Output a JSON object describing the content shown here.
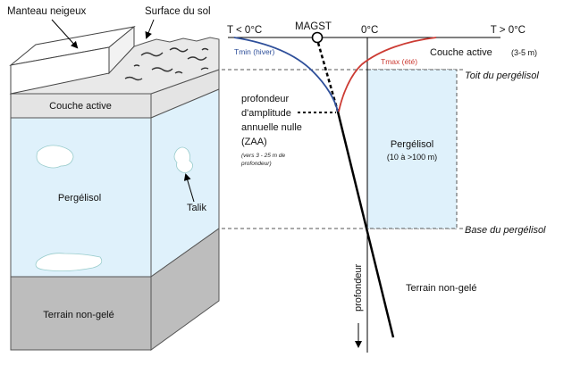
{
  "colors": {
    "snow": "#ffffff",
    "active_layer": "#e4e4e4",
    "permafrost": "#dff1fb",
    "unfrozen": "#bdbdbd",
    "tmin_curve": "#2e4f9a",
    "tmax_curve": "#cc3b33",
    "profile_line": "#000000"
  },
  "block": {
    "snow_label": "Manteau neigeux",
    "surface_label": "Surface du sol",
    "active_layer_label": "Couche active",
    "permafrost_label": "Pergélisol",
    "talik_label": "Talik",
    "unfrozen_label": "Terrain non-gelé"
  },
  "profile": {
    "t_neg_label": "T < 0°C",
    "magst_label": "MAGST",
    "zero_label": "0°C",
    "t_pos_label": "T > 0°C",
    "tmin_label": "Tmin (hiver)",
    "tmax_label": "Tmax (été)",
    "active_layer_label": "Couche active",
    "active_layer_depth": "(3-5 m)",
    "permafrost_top_label": "Toit du pergélisol",
    "zaa_line1": "profondeur",
    "zaa_line2": "d'amplitude",
    "zaa_line3": "annuelle nulle",
    "zaa_line4": "(ZAA)",
    "zaa_note1": "(vers 3 - 25 m de",
    "zaa_note2": "profondeur)",
    "permafrost_label": "Pergélisol",
    "permafrost_thickness": "(10 à >100 m)",
    "permafrost_base_label": "Base du pergélisol",
    "depth_axis_label": "profondeur",
    "unfrozen_label": "Terrain non-gelé"
  }
}
